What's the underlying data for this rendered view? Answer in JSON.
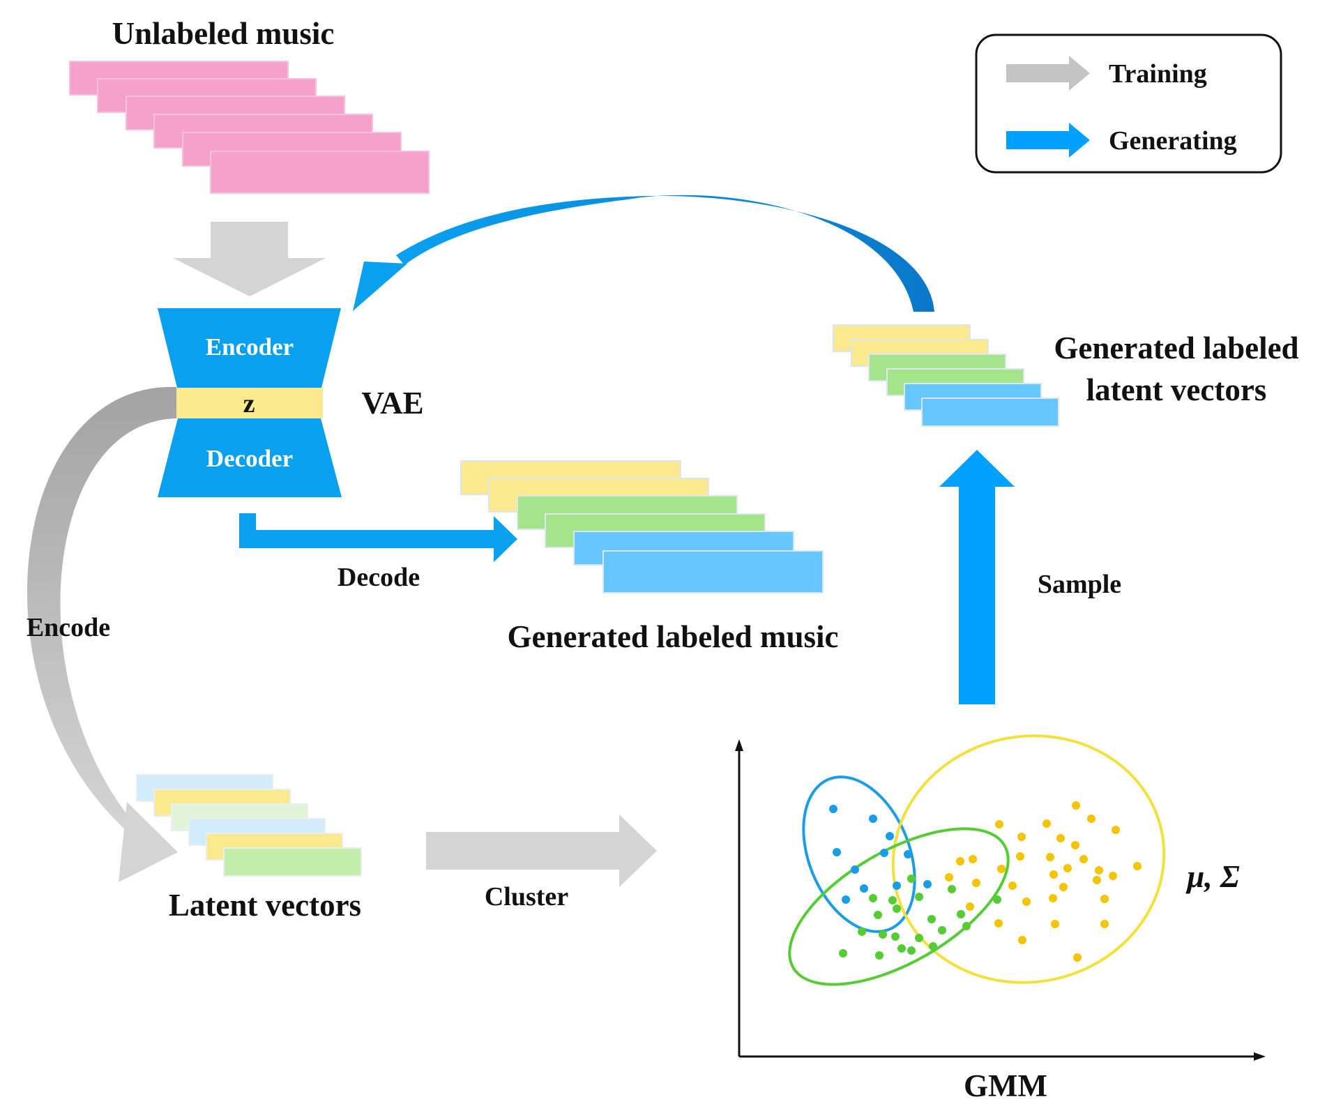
{
  "texts": {
    "unlabeled_music": "Unlabeled music",
    "encoder": "Encoder",
    "z": "z",
    "decoder": "Decoder",
    "vae": "VAE",
    "decode": "Decode",
    "encode": "Encode",
    "generated_labeled_music": "Generated labeled music",
    "generated_labeled_latent_line1": "Generated labeled",
    "generated_labeled_latent_line2": "latent vectors",
    "sample": "Sample",
    "latent_vectors": "Latent vectors",
    "cluster": "Cluster",
    "gmm": "GMM",
    "mu_sigma": "μ, Σ"
  },
  "legend": {
    "training_label": "Training",
    "generating_label": "Generating"
  },
  "colors": {
    "training_arrow": "#cfcfcf",
    "training_arrow_dark": "#a6a6a6",
    "generating_arrow": "#00a0ff",
    "vae_blue": "#0aa0f0",
    "z_yellow": "#fbe98e",
    "pink": "#f5a1cc",
    "yellow_block": "#fbe98e",
    "green_block": "#a4e48a",
    "blue_block": "#66c6ff",
    "cluster_blue": "#1a9de6",
    "cluster_green": "#55cc33",
    "cluster_yellow": "#f5c400",
    "yellow_ellipse": "#f3e03a"
  }
}
